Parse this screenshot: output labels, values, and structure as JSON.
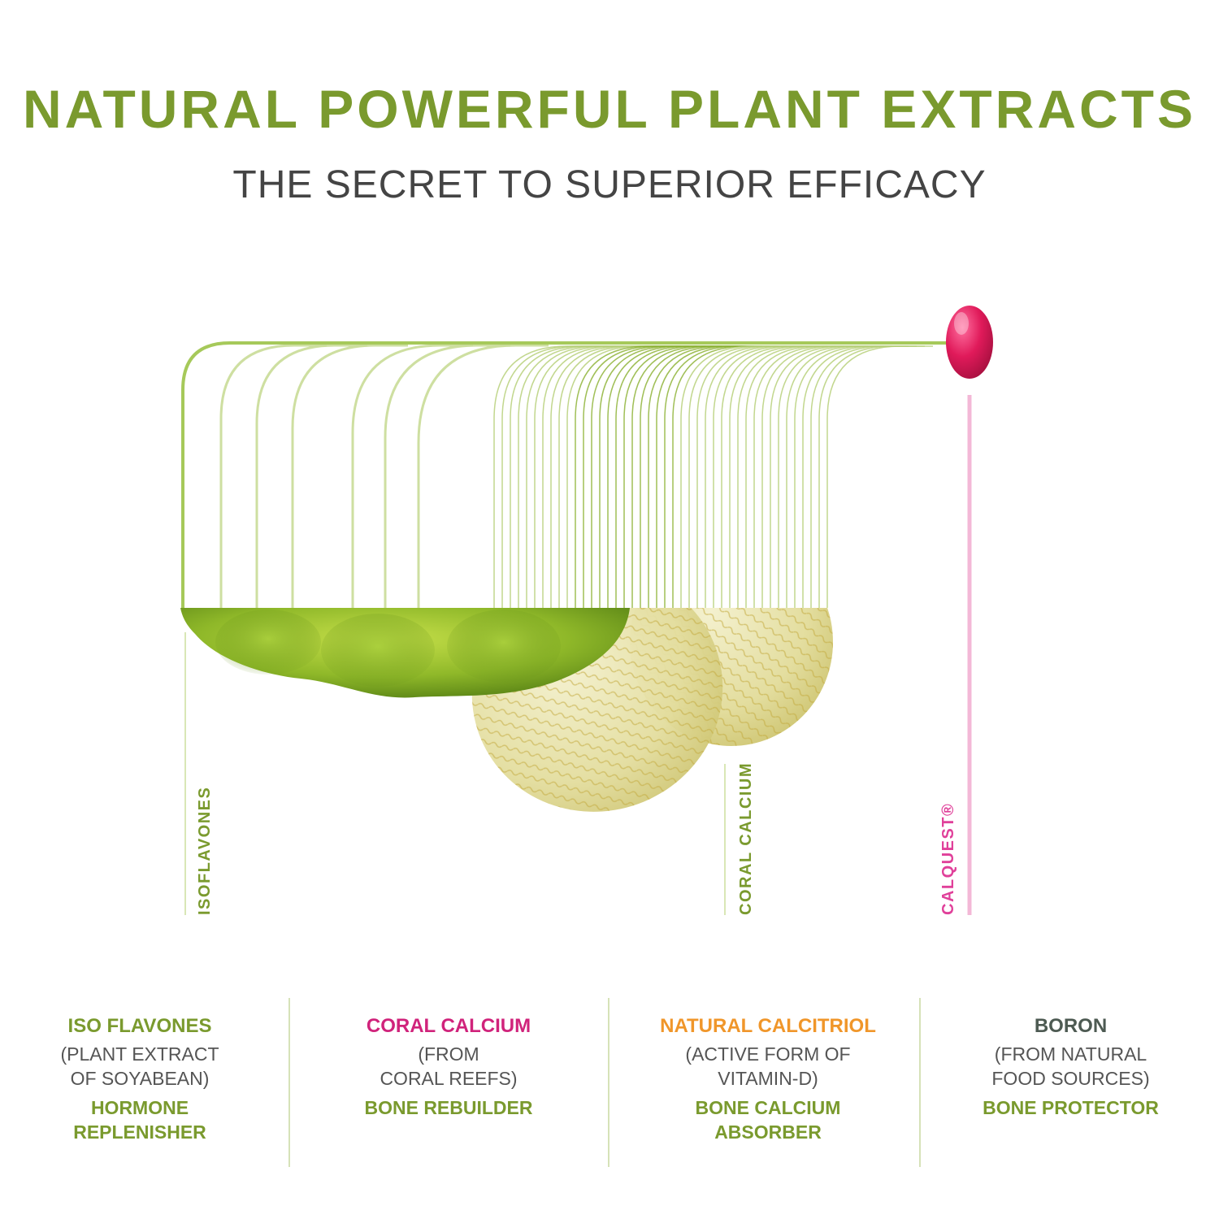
{
  "header": {
    "title": "NATURAL POWERFUL PLANT EXTRACTS",
    "subtitle": "THE SECRET TO SUPERIOR EFFICACY"
  },
  "diagram": {
    "labels": {
      "isoflavones": "ISOFLAVONES",
      "coral_calcium": "CORAL CALCIUM",
      "calquest": "CALQUEST®"
    }
  },
  "ingredients": [
    {
      "name": "ISO FLAVONES",
      "source": "(PLANT EXTRACT\nOF SOYABEAN)",
      "role": "HORMONE\nREPLENISHER",
      "name_color": "#7a9a2e"
    },
    {
      "name": "CORAL CALCIUM",
      "source": "(FROM\nCORAL REEFS)",
      "role": "BONE REBUILDER",
      "name_color": "#d0237b"
    },
    {
      "name": "NATURAL CALCITRIOL",
      "source": "(ACTIVE FORM OF\nVITAMIN-D)",
      "role": "BONE CALCIUM\nABSORBER",
      "name_color": "#f0962a"
    },
    {
      "name": "BORON",
      "source": "(FROM NATURAL\nFOOD SOURCES)",
      "role": "BONE PROTECTOR",
      "name_color": "#4d5a52"
    }
  ],
  "colors": {
    "brand_green": "#7a9a2e",
    "line_green": "#a6c95a",
    "light_green": "#d9e7b6",
    "pink": "#d0237b",
    "light_pink": "#f3b8d7",
    "orange": "#f0962a",
    "dark_gray": "#4d5a52"
  }
}
